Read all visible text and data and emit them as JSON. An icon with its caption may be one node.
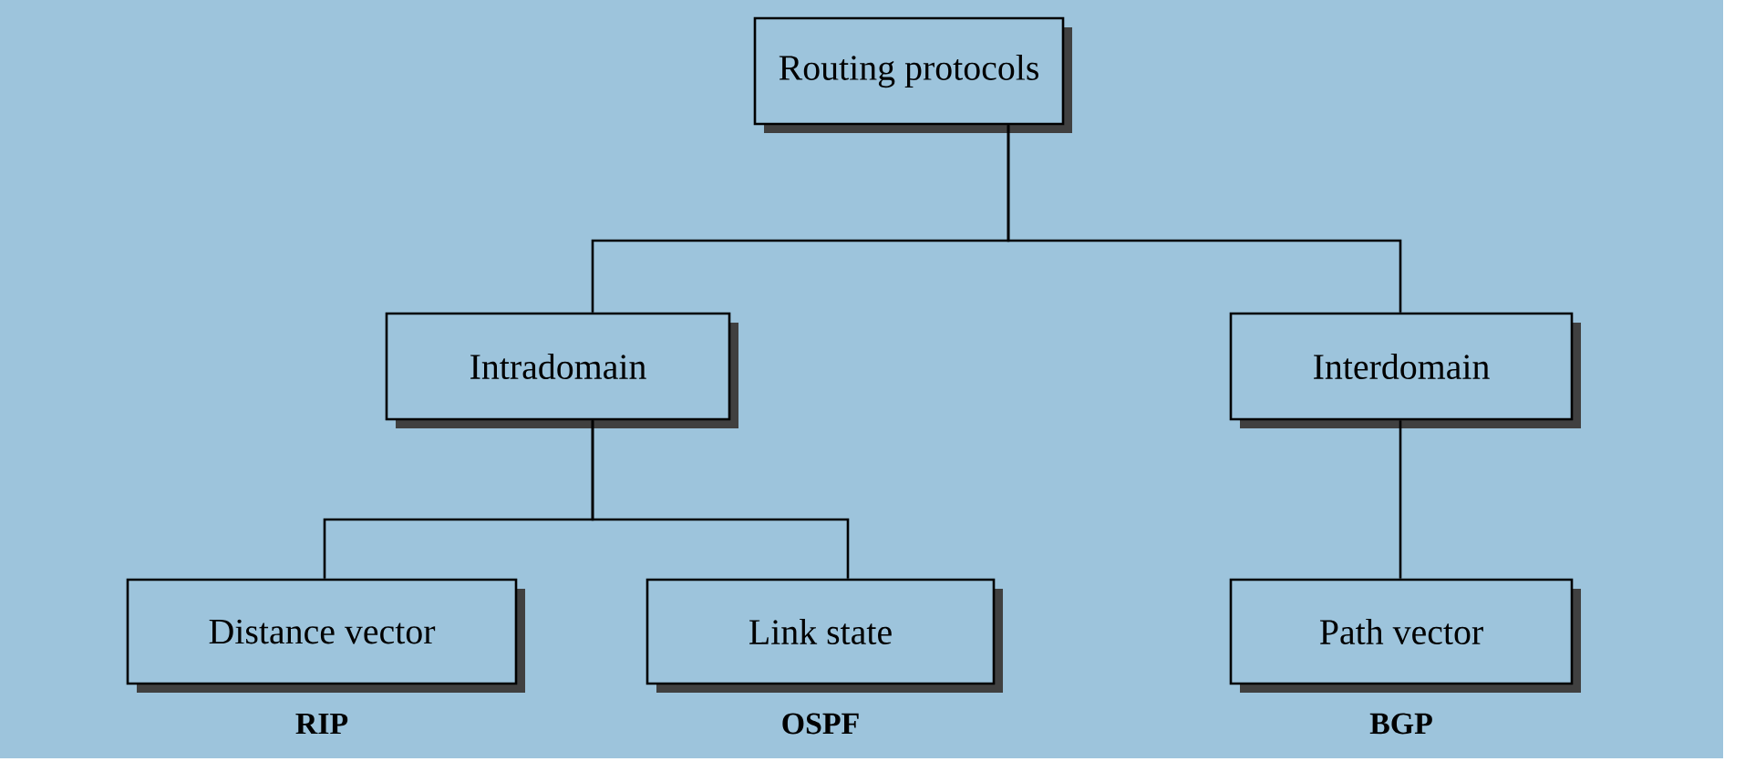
{
  "diagram": {
    "nodes": [
      {
        "text": [
          "Routing protocols"
        ]
      },
      {
        "text": [
          "Intradomain"
        ]
      },
      {
        "text": [
          "Interdomain"
        ]
      },
      {
        "text": [
          "Distance vector"
        ],
        "beside": [
          "RIP"
        ]
      },
      {
        "text": [
          "Link state"
        ],
        "beside": [
          "OSPF"
        ]
      },
      {
        "text": [
          "Path vector"
        ],
        "beside": [
          "BGP"
        ]
      }
    ],
    "edges": [
      {
        "from": 0,
        "to": 1,
        "arrow": "none"
      },
      {
        "from": 0,
        "to": 2,
        "arrow": "none"
      },
      {
        "from": 1,
        "to": 3,
        "arrow": "none"
      },
      {
        "from": 1,
        "to": 4,
        "arrow": "none"
      },
      {
        "from": 2,
        "to": 5,
        "arrow": "none"
      }
    ]
  }
}
